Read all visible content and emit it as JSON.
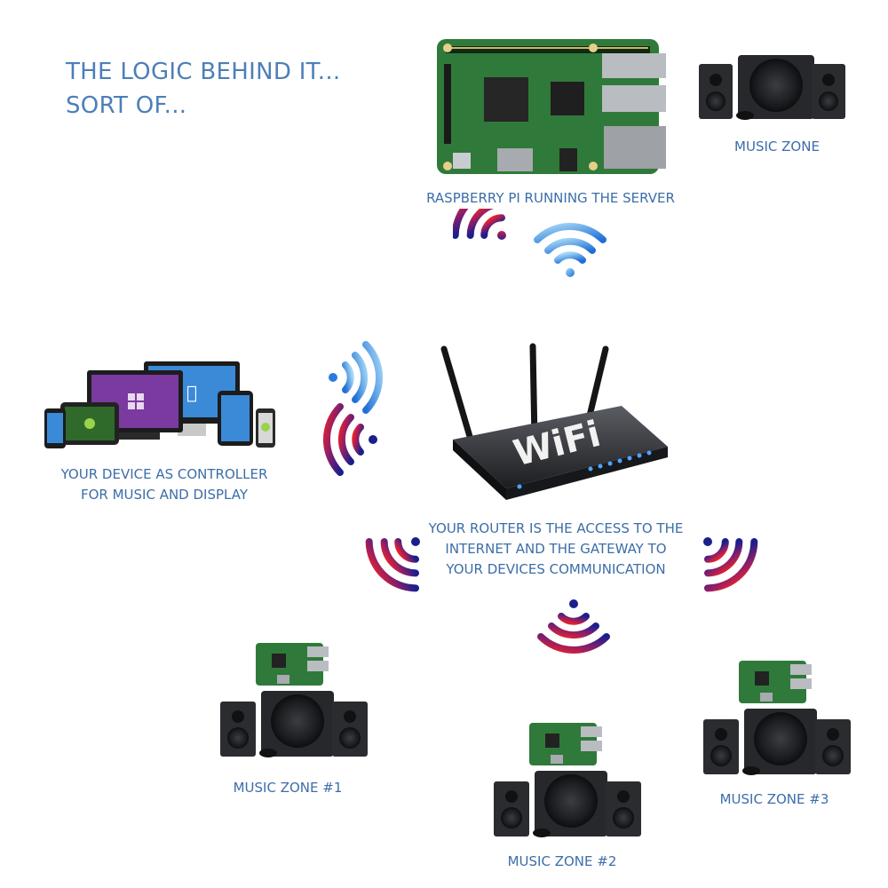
{
  "title": {
    "line1": "THE LOGIC BEHIND IT...",
    "line2": "SORT OF..."
  },
  "labels": {
    "server": "RASPBERRY PI RUNNING THE SERVER",
    "music_zone_top": "MUSIC ZONE",
    "controller_line1": "YOUR DEVICE AS CONTROLLER",
    "controller_line2": "FOR MUSIC AND DISPLAY",
    "router_line1": "YOUR ROUTER IS THE ACCESS TO THE",
    "router_line2": "INTERNET AND THE GATEWAY TO",
    "router_line3": "YOUR DEVICES COMMUNICATION",
    "zone1": "MUSIC ZONE #1",
    "zone2": "MUSIC ZONE #2",
    "zone3": "MUSIC ZONE #3"
  },
  "router_text": "WiFi",
  "colors": {
    "text": "#3c6ea8",
    "signal_warm_start": "#1a1f8c",
    "signal_warm_end": "#e8202c",
    "signal_cool_start": "#1f6fd6",
    "signal_cool_end": "#a6d8f6",
    "pcb": "#2f7a3a"
  }
}
